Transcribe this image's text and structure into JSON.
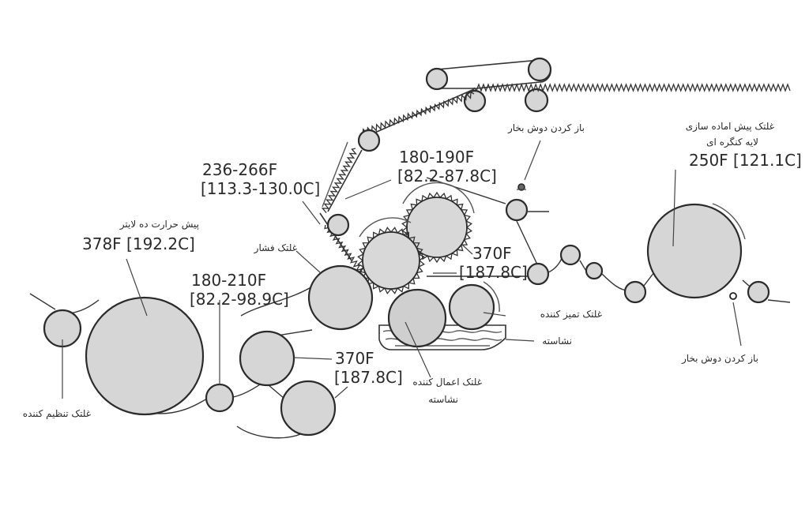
{
  "labels": {
    "preheater_liner": "پیش حرارت ده لایتر",
    "preheater_liner_temp": "378F [192.2C]",
    "tension_roll": "غلتک تنظیم کننده",
    "lower_temp_range": "180-210F",
    "lower_temp_range_c": "[82.2-98.9C]",
    "pressure_roll": "غلتک فشار",
    "belt_temp_range": "236-266F",
    "belt_temp_range_c": "[113.3-130.0C]",
    "upper_temp_range": "180-190F",
    "upper_temp_range_c": "[82.2-87.8C]",
    "corrugator_temp": "370F",
    "corrugator_temp_c": "[187.8C]",
    "lower_roll_temp": "370F",
    "lower_roll_temp_c": "[187.8C]",
    "steam_open_top": "باز کردن دوش بخار",
    "steam_open_bottom": "باز کردن دوش بخار",
    "medium_preheater_line1": "غلتک پیش اماده سازی",
    "medium_preheater_line2": "لایه کنگره ای",
    "medium_preheater_temp": "250F [121.1C]",
    "cleaning_roll": "غلتک تمیز کننده",
    "starch": "نشاسته",
    "starch_applicator_line1": "غلتک اعمال کننده",
    "starch_applicator_line2": "نشاسته"
  }
}
